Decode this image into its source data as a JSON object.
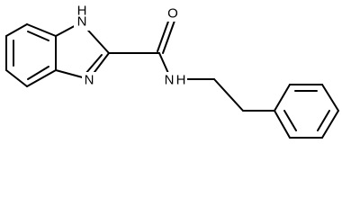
{
  "molecule": {
    "atom_labels": {
      "nh_ring": "H",
      "nh_ring_n": "N",
      "n_ring": "N",
      "carbonyl_o": "O",
      "amide_n": "N",
      "amide_h": "H"
    },
    "colors": {
      "bond": "#000000",
      "label": "#000000",
      "background": "#ffffff"
    }
  }
}
